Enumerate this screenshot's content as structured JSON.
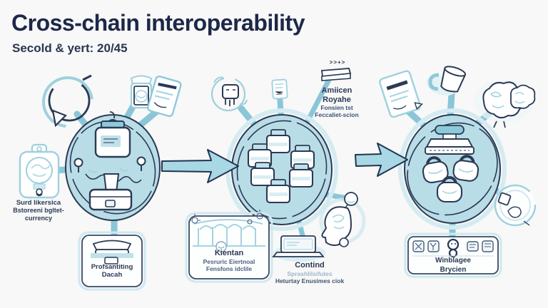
{
  "header": {
    "title": "Cross-chain interoperability",
    "subtitle": "Secold & yert: 20/45"
  },
  "labels": {
    "surd": {
      "line1": "Surd likersica",
      "line2": "Bstoreeni bgltet-",
      "line3": "currency"
    },
    "profsantiting": {
      "line1": "Profsantiting",
      "line2": "Dacah"
    },
    "amiicen": {
      "glyph": ">>+>",
      "line1": "Amiicen",
      "line2": "Royahe",
      "sub1": "Fonsien tst",
      "sub2": "Feccaliet-scion"
    },
    "kientan": {
      "line1": "Kientan",
      "sub1": "Pesruric Eiertnoal",
      "sub2": "Fensfons idclile"
    },
    "contind": {
      "line1": "Contind",
      "sub1": "Sprashlilsifutes",
      "sub2": "Heturtay Enusimes ciok"
    },
    "winblagee": {
      "line1": "Winblagee",
      "line2": "Brycien"
    }
  },
  "icons": [
    "circular-arrows-icon",
    "jar-satellite-icon",
    "card-satellite-icon",
    "tag-icon",
    "jar-icon",
    "box-cup-icon",
    "machine-icon",
    "robot-circle-icon",
    "mini-card-icon",
    "ledger-bar-icon",
    "block-icon",
    "building-icon",
    "laptop-icon",
    "head-icon",
    "tilted-doc-icon",
    "mug-icon",
    "brains-icon",
    "globe-coin-icon",
    "press-icon",
    "padlock-icon",
    "figure-eight-icon",
    "flow-arrow"
  ],
  "colors": {
    "background": "#f7f8f7",
    "title_ink": "#1d2849",
    "outline_navy": "#2b3a55",
    "circle_fill": "#b9dde7",
    "spoke_blue": "#8ac6d8",
    "arrow_fill": "#a7d8e4",
    "light_stroke": "#9fd0df",
    "card_fill": "#fdfefe"
  }
}
